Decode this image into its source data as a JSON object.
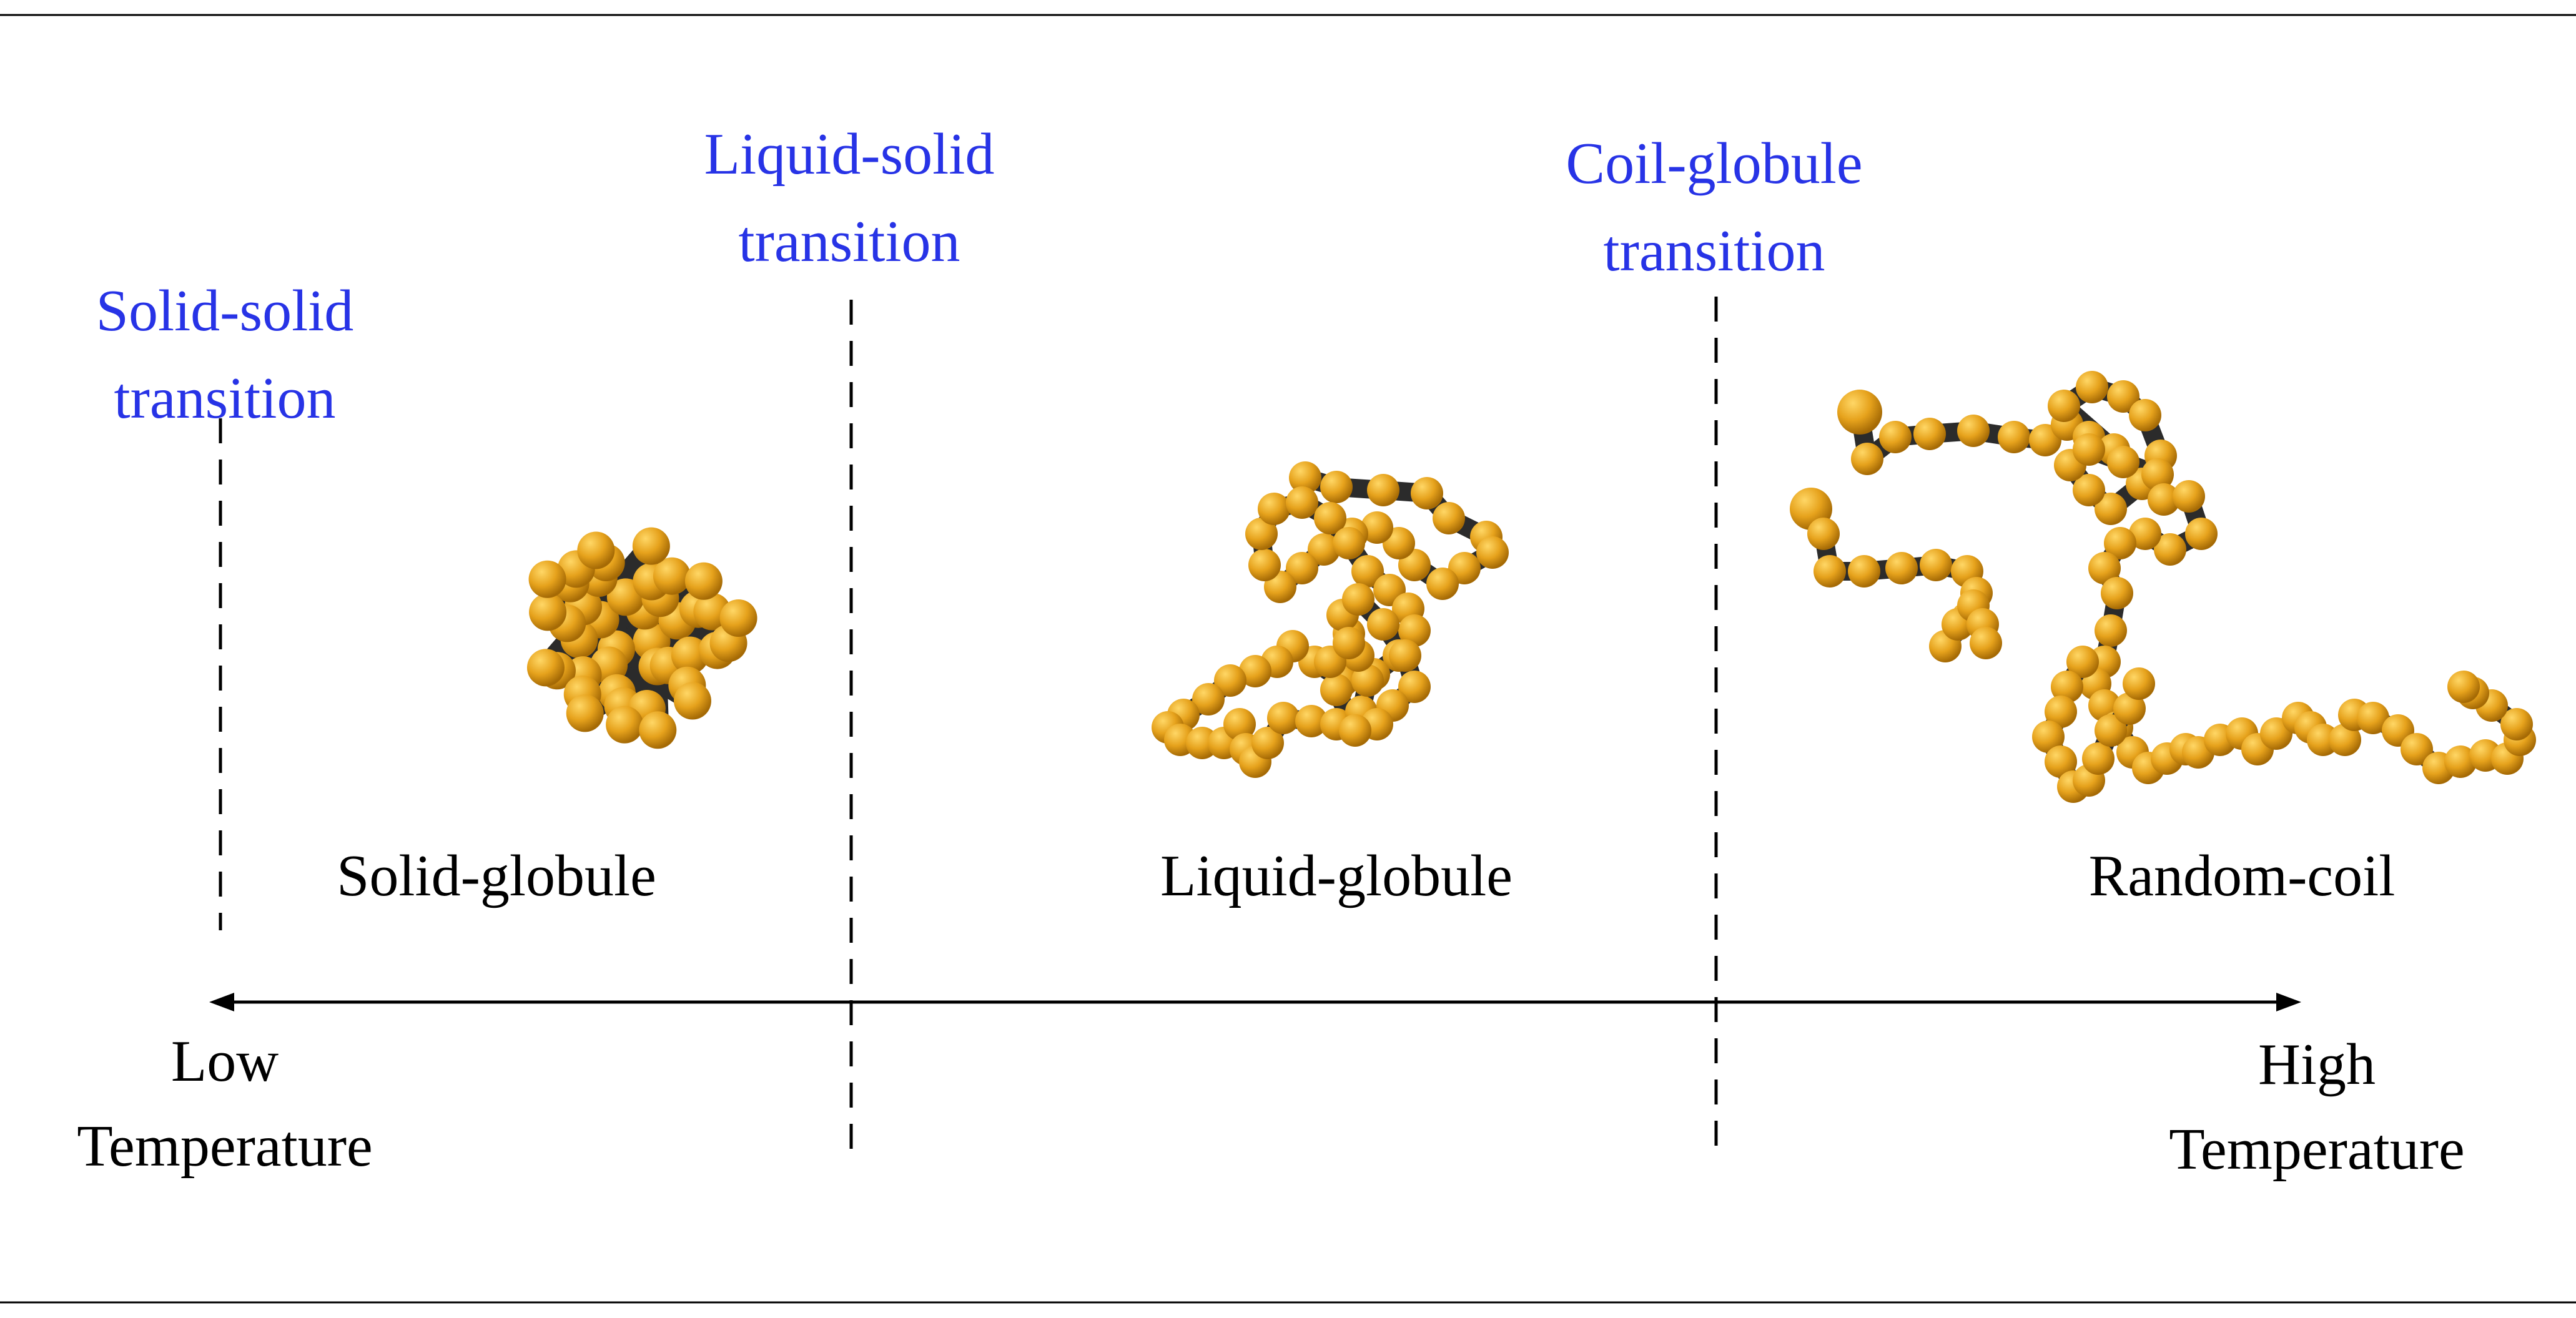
{
  "transitions": [
    {
      "line1": "Solid-solid",
      "line2": "transition"
    },
    {
      "line1": "Liquid-solid",
      "line2": "transition"
    },
    {
      "line1": "Coil-globule",
      "line2": "transition"
    }
  ],
  "phases": {
    "solid": "Solid-globule",
    "liquid": "Liquid-globule",
    "coil": "Random-coil"
  },
  "axis": {
    "low": {
      "line1": "Low",
      "line2": "Temperature"
    },
    "high": {
      "line1": "High",
      "line2": "Temperature"
    }
  },
  "colors": {
    "transition_text": "#2733e6",
    "bead": "#e6a21c",
    "bond": "#2b2b2b"
  }
}
